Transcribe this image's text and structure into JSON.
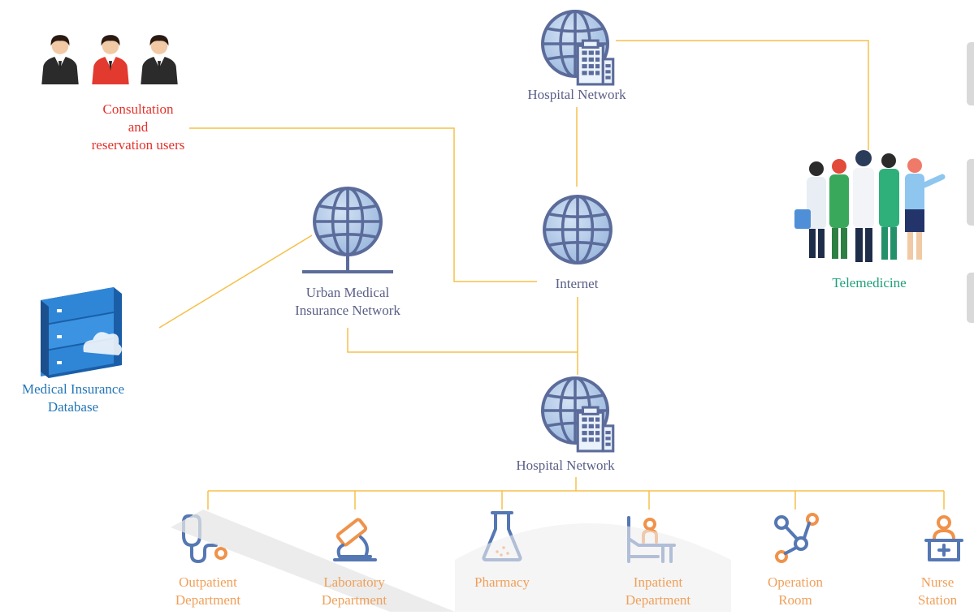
{
  "nodes": {
    "hospital_top": {
      "label": "Hospital Network"
    },
    "internet": {
      "label": "Internet"
    },
    "urban": {
      "lines": [
        "Urban Medical",
        "Insurance Network"
      ]
    },
    "hospital_bottom": {
      "label": "Hospital Network"
    },
    "consultation": {
      "lines": [
        "Consultation",
        "and",
        "reservation users"
      ]
    },
    "telemedicine": {
      "label": "Telemedicine"
    },
    "database": {
      "lines": [
        "Medical Insurance",
        "Database"
      ]
    }
  },
  "departments": [
    {
      "lines": [
        "Outpatient",
        "Department"
      ],
      "icon": "stethoscope-icon"
    },
    {
      "lines": [
        "Laboratory",
        "Department"
      ],
      "icon": "microscope-icon"
    },
    {
      "lines": [
        "Pharmacy"
      ],
      "icon": "flask-icon"
    },
    {
      "lines": [
        "Inpatient",
        "Department"
      ],
      "icon": "hospital-bed-icon"
    },
    {
      "lines": [
        "Operation",
        "Room"
      ],
      "icon": "operation-nodes-icon"
    },
    {
      "lines": [
        "Nurse",
        "Station"
      ],
      "icon": "nurse-station-icon"
    }
  ],
  "colors": {
    "connector": "#f5c04a",
    "globe_fill": "#a9c4e6",
    "globe_stroke": "#5b6b9a",
    "icon_blue": "#5577b3",
    "icon_orange": "#f0924a",
    "label_red": "#e4322b",
    "label_blue": "#2476b6",
    "label_green": "#1f9e7a",
    "label_orange": "#f0a05a"
  }
}
